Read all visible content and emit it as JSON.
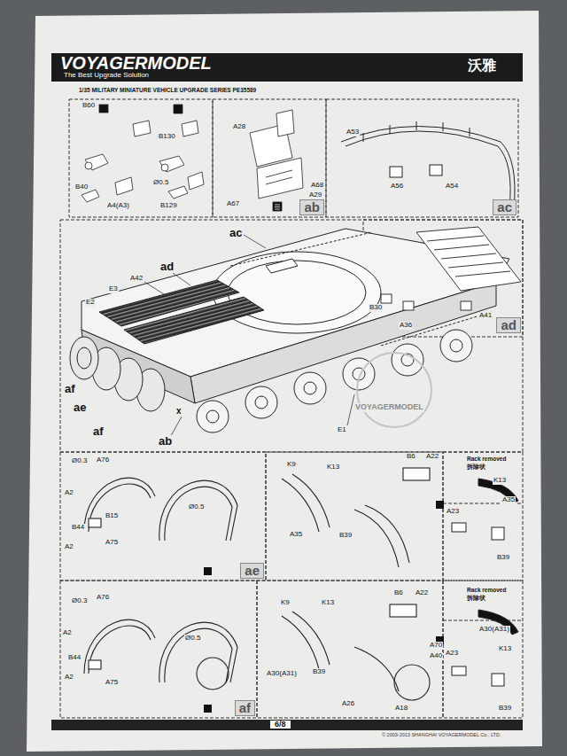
{
  "diagram": {
    "nodes": [
      {
        "text": [
          "VOYAGERMODEL",
          "The Best Upgrade Solution",
          "沃雅"
        ]
      },
      {
        "text": [
          "ab"
        ]
      },
      {
        "text": [
          "ac"
        ]
      },
      {
        "text": [
          "ad"
        ]
      },
      {
        "text": [
          "ae"
        ]
      },
      {
        "text": [
          "af"
        ]
      },
      {
        "text": [
          "6/8"
        ]
      }
    ],
    "edges": [],
    "labels": [
      "1/35 MILITARY MINIATURE VEHICLE UPGRADE SERIES PE35589",
      "B60",
      "B130",
      "B40",
      "A4(A3)",
      "Ø0.5",
      "B129",
      "A28",
      "A68",
      "A67",
      "A29",
      "A53",
      "A56",
      "A54",
      "ac",
      "ad",
      "A42",
      "E3",
      "E2",
      "af",
      "ae",
      "af",
      "x",
      "ab",
      "E1",
      "VOYAGERMODEL",
      "B30",
      "A36",
      "A41",
      "Ø0.3",
      "A76",
      "A2",
      "B15",
      "B44",
      "A2",
      "A75",
      "Ø0.5",
      "K9",
      "K13",
      "A35",
      "B39",
      "B6",
      "A22",
      "Rack removed",
      "拆除状",
      "A35",
      "K13",
      "A23",
      "B39",
      "Ø0.3",
      "A76",
      "A2",
      "B44",
      "A2",
      "A75",
      "Ø0.5",
      "K9",
      "K13",
      "A30(A31)",
      "B39",
      "B6",
      "A22",
      "A26",
      "A70",
      "A40",
      "A18",
      "Rack removed",
      "拆除状",
      "A30(A31)",
      "A23",
      "K13",
      "B39",
      "© 2003-2013 SHANGHAI VOYAGERMODEL Co., LTD."
    ]
  }
}
